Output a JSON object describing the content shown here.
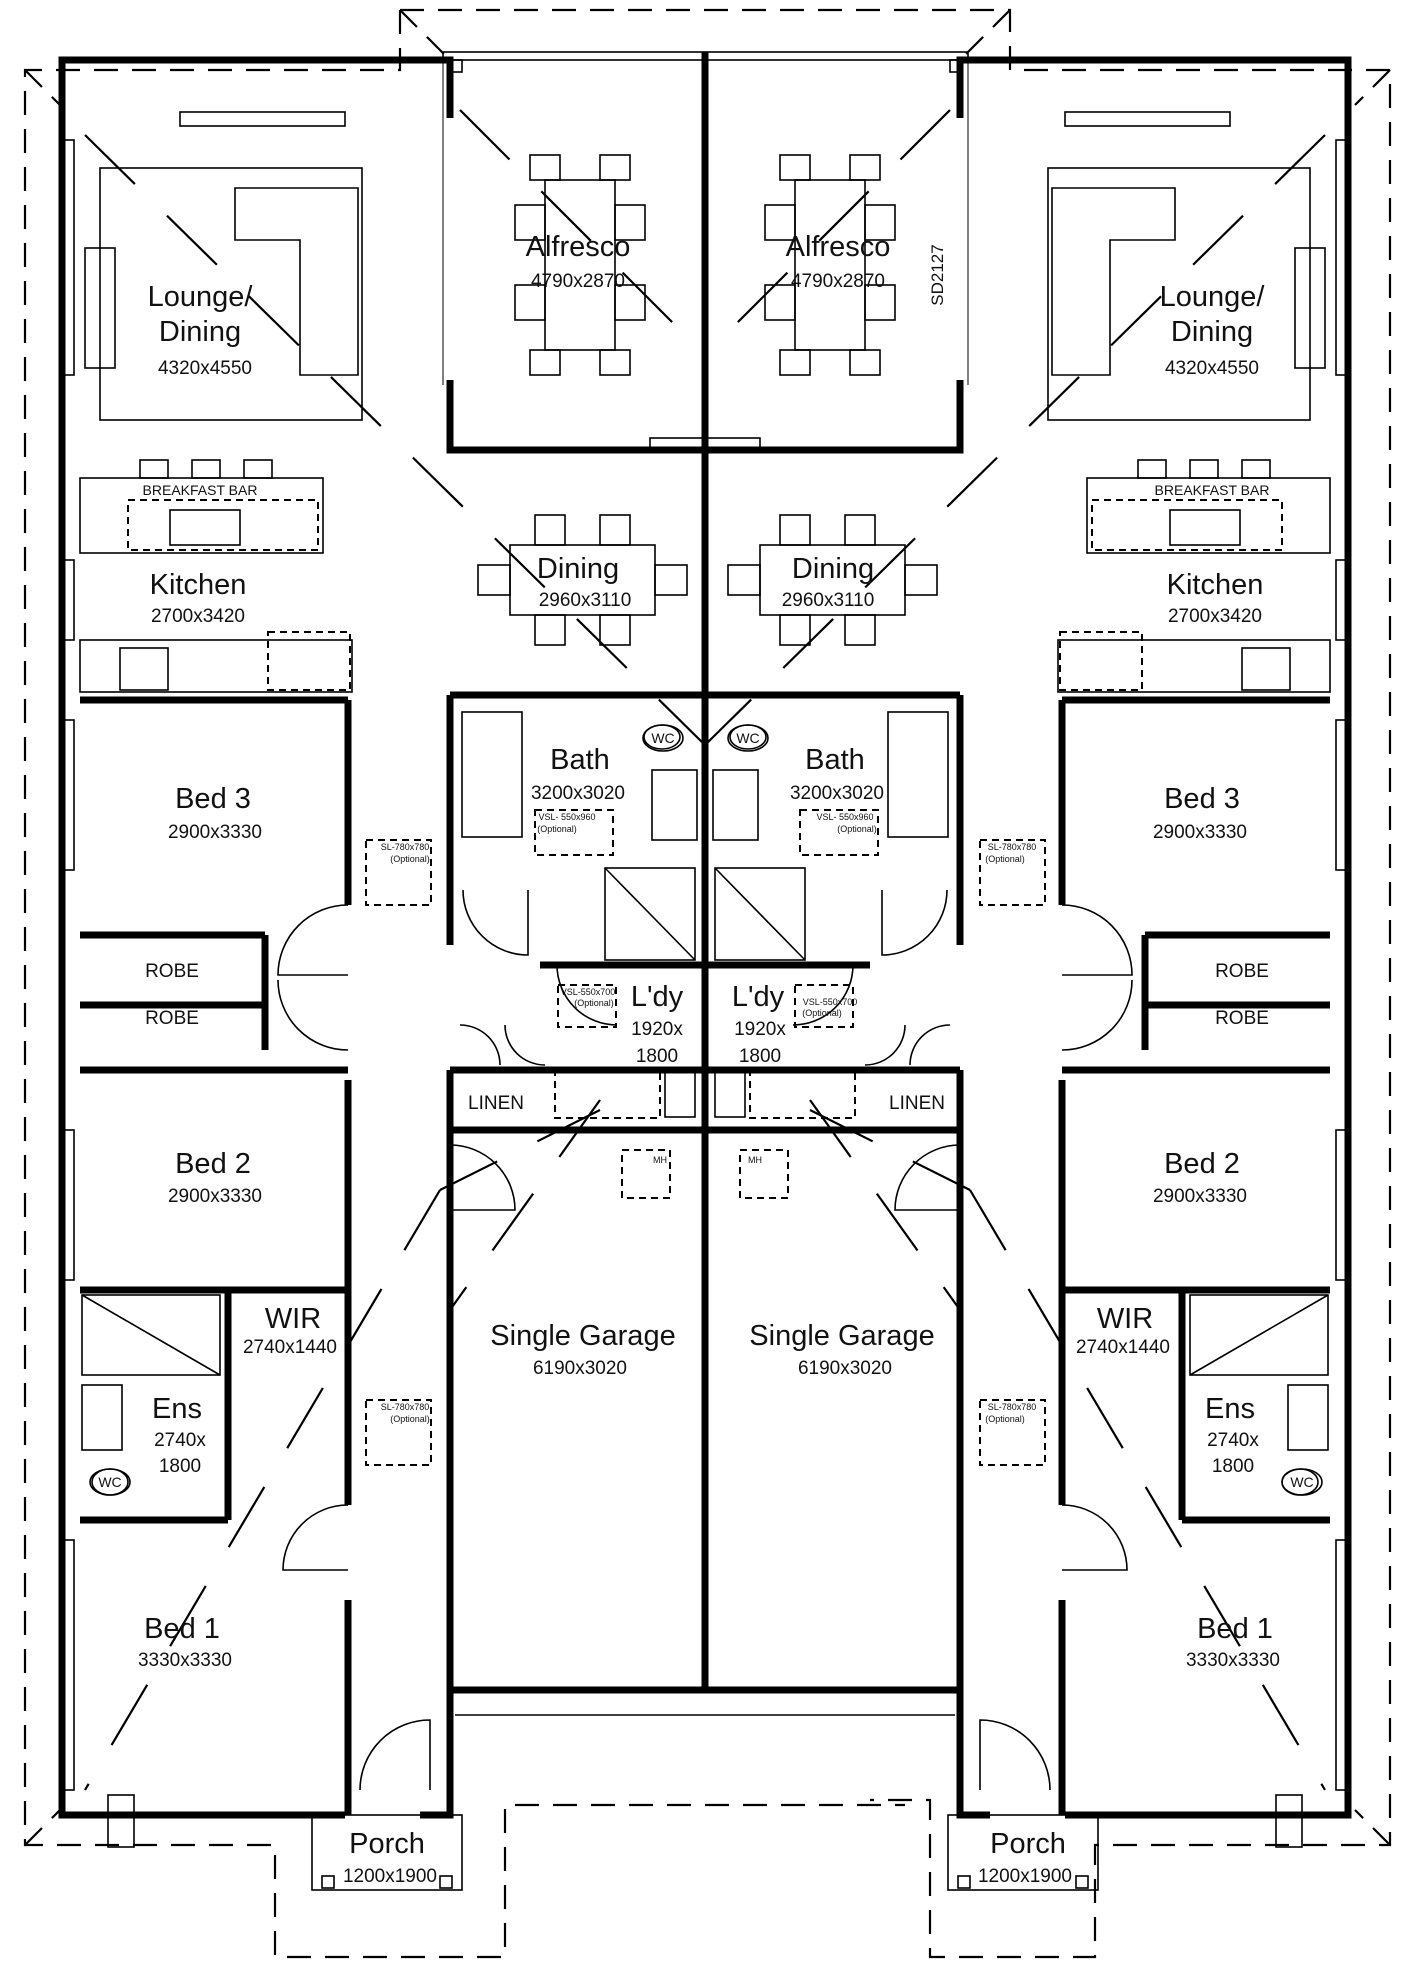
{
  "drawing_code": "SD2127",
  "units": [
    {
      "id": "left",
      "rooms": {
        "lounge": {
          "name_line1": "Lounge/",
          "name_line2": "Dining",
          "dim": "4320x4550"
        },
        "alfresco": {
          "name": "Alfresco",
          "dim": "4790x2870"
        },
        "dining": {
          "name": "Dining",
          "dim": "2960x3110"
        },
        "kitchen": {
          "name": "Kitchen",
          "dim": "2700x3420"
        },
        "bath": {
          "name": "Bath",
          "dim": "3200x3020"
        },
        "bed3": {
          "name": "Bed 3",
          "dim": "2900x3330"
        },
        "laundry": {
          "name": "L'dy",
          "dim_line1": "1920x",
          "dim_line2": "1800"
        },
        "bed2": {
          "name": "Bed 2",
          "dim": "2900x3330"
        },
        "garage": {
          "name": "Single Garage",
          "dim": "6190x3020"
        },
        "wir": {
          "name": "WIR",
          "dim": "2740x1440"
        },
        "ensuite": {
          "name": "Ens",
          "dim_line1": "2740x",
          "dim_line2": "1800"
        },
        "bed1": {
          "name": "Bed 1",
          "dim": "3330x3330"
        },
        "porch": {
          "name": "Porch",
          "dim": "1200x1900"
        }
      },
      "fixtures": {
        "breakfast_bar": "BREAKFAST BAR",
        "robe_upper": "ROBE",
        "robe_lower": "ROBE",
        "linen": "LINEN",
        "wc_bath": "WC",
        "wc_ens": "WC",
        "manhole": "MH",
        "vanity_bath_line1": "VSL- 550x960",
        "vanity_bath_line2": "(Optional)",
        "vanity_ldy_line1": "VSL-550x700",
        "vanity_ldy_line2": "(Optional)",
        "skylight_upper_line1": "SL-780x780",
        "skylight_upper_line2": "(Optional)",
        "skylight_lower_line1": "SL-780x780",
        "skylight_lower_line2": "(Optional)"
      }
    },
    {
      "id": "right",
      "rooms": {
        "lounge": {
          "name_line1": "Lounge/",
          "name_line2": "Dining",
          "dim": "4320x4550"
        },
        "alfresco": {
          "name": "Alfresco",
          "dim": "4790x2870"
        },
        "dining": {
          "name": "Dining",
          "dim": "2960x3110"
        },
        "kitchen": {
          "name": "Kitchen",
          "dim": "2700x3420"
        },
        "bath": {
          "name": "Bath",
          "dim": "3200x3020"
        },
        "bed3": {
          "name": "Bed 3",
          "dim": "2900x3330"
        },
        "laundry": {
          "name": "L'dy",
          "dim_line1": "1920x",
          "dim_line2": "1800"
        },
        "bed2": {
          "name": "Bed 2",
          "dim": "2900x3330"
        },
        "garage": {
          "name": "Single Garage",
          "dim": "6190x3020"
        },
        "wir": {
          "name": "WIR",
          "dim": "2740x1440"
        },
        "ensuite": {
          "name": "Ens",
          "dim_line1": "2740x",
          "dim_line2": "1800"
        },
        "bed1": {
          "name": "Bed 1",
          "dim": "3330x3330"
        },
        "porch": {
          "name": "Porch",
          "dim": "1200x1900"
        }
      },
      "fixtures": {
        "breakfast_bar": "BREAKFAST BAR",
        "robe_upper": "ROBE",
        "robe_lower": "ROBE",
        "linen": "LINEN",
        "wc_bath": "WC",
        "wc_ens": "WC",
        "manhole": "MH",
        "vanity_bath_line1": "VSL- 550x960",
        "vanity_bath_line2": "(Optional)",
        "vanity_ldy_line1": "VSL-550x700",
        "vanity_ldy_line2": "(Optional)",
        "skylight_upper_line1": "SL-780x780",
        "skylight_upper_line2": "(Optional)",
        "skylight_lower_line1": "SL-780x780",
        "skylight_lower_line2": "(Optional)"
      }
    }
  ]
}
